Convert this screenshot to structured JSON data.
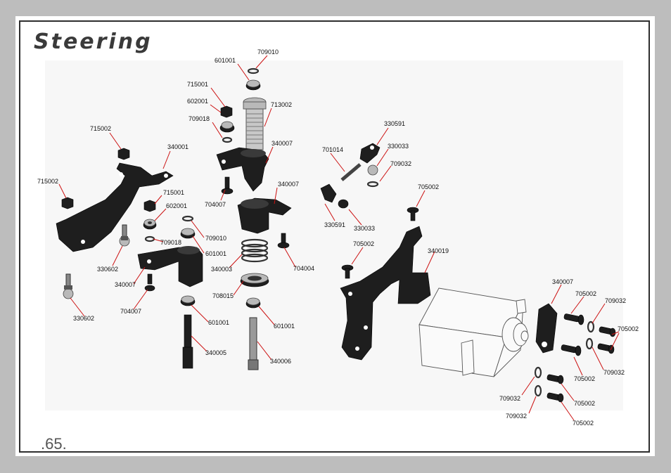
{
  "page": {
    "title": "Steering",
    "page_number": ".65."
  },
  "colors": {
    "background": "#bdbdbd",
    "sheet": "#ffffff",
    "frame": "#2e2e2e",
    "leader_lines": "#cc1111",
    "parts": "#1e1e1e"
  },
  "labels": [
    {
      "id": "l1",
      "text": "601001"
    },
    {
      "id": "l2",
      "text": "709010"
    },
    {
      "id": "l3",
      "text": "715001"
    },
    {
      "id": "l4",
      "text": "602001"
    },
    {
      "id": "l5",
      "text": "713002"
    },
    {
      "id": "l6",
      "text": "709018"
    },
    {
      "id": "l7",
      "text": "715002"
    },
    {
      "id": "l8",
      "text": "340001"
    },
    {
      "id": "l9",
      "text": "340007"
    },
    {
      "id": "l10",
      "text": "715002"
    },
    {
      "id": "l11",
      "text": "715001"
    },
    {
      "id": "l12",
      "text": "704007"
    },
    {
      "id": "l13",
      "text": "340007"
    },
    {
      "id": "l14",
      "text": "602001"
    },
    {
      "id": "l15",
      "text": "709010"
    },
    {
      "id": "l16",
      "text": "709018"
    },
    {
      "id": "l17",
      "text": "601001"
    },
    {
      "id": "l18",
      "text": "330602"
    },
    {
      "id": "l19",
      "text": "340007"
    },
    {
      "id": "l20",
      "text": "340003"
    },
    {
      "id": "l21",
      "text": "704004"
    },
    {
      "id": "l22",
      "text": "708015"
    },
    {
      "id": "l23",
      "text": "704007"
    },
    {
      "id": "l24",
      "text": "330602"
    },
    {
      "id": "l25",
      "text": "601001"
    },
    {
      "id": "l26",
      "text": "601001"
    },
    {
      "id": "l27",
      "text": "340005"
    },
    {
      "id": "l28",
      "text": "340006"
    },
    {
      "id": "l29",
      "text": "330591"
    },
    {
      "id": "l30",
      "text": "701014"
    },
    {
      "id": "l31",
      "text": "330033"
    },
    {
      "id": "l32",
      "text": "709032"
    },
    {
      "id": "l33",
      "text": "705002"
    },
    {
      "id": "l34",
      "text": "330591"
    },
    {
      "id": "l35",
      "text": "330033"
    },
    {
      "id": "l36",
      "text": "705002"
    },
    {
      "id": "l37",
      "text": "340019"
    },
    {
      "id": "l38",
      "text": "340007"
    },
    {
      "id": "l39",
      "text": "705002"
    },
    {
      "id": "l40",
      "text": "709032"
    },
    {
      "id": "l41",
      "text": "705002"
    },
    {
      "id": "l42",
      "text": "709032"
    },
    {
      "id": "l43",
      "text": "705002"
    },
    {
      "id": "l44",
      "text": "709032"
    },
    {
      "id": "l45",
      "text": "705002"
    },
    {
      "id": "l46",
      "text": "709032"
    },
    {
      "id": "l47",
      "text": "705002"
    }
  ]
}
